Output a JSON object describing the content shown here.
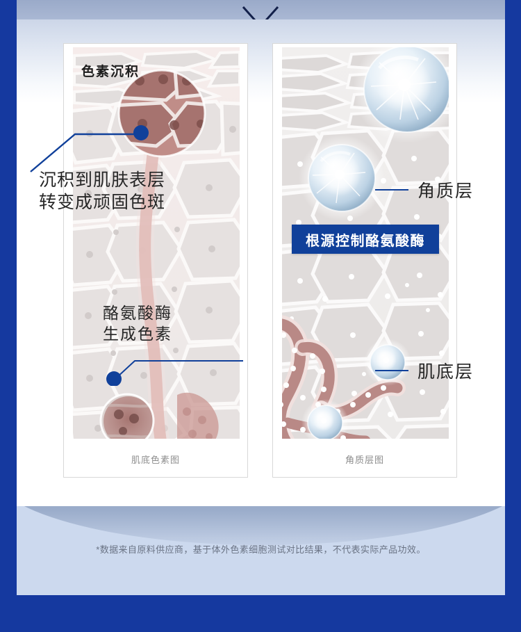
{
  "colors": {
    "page_background": "#15399f",
    "banner_blue": "#10409a",
    "accent_line": "#10409a",
    "footer_band": "#ccd9ee",
    "header_strip": "#aab8d4",
    "sheet": "#ffffff",
    "art_background": "#efeceb",
    "pigment_pink": "#c8918c",
    "pigment_dark": "#9e6b68",
    "caption_grey": "#8d8d8d",
    "footnote_grey": "#6a7384"
  },
  "header": {
    "chevron_icon": "chevron-down-icon"
  },
  "panels": [
    {
      "id": "left",
      "caption": "肌底色素图",
      "overlay_title": "色素沉积",
      "callouts": [
        {
          "id": "top",
          "lines": [
            "沉积到肌肤表层",
            "转变成顽固色斑"
          ],
          "marker_icon": "blue-dot-marker"
        },
        {
          "id": "mid",
          "lines": [
            "酪氨酸酶",
            "生成色素"
          ],
          "marker_icon": "blue-dot-marker"
        }
      ]
    },
    {
      "id": "right",
      "caption": "角质层图",
      "banner": "根源控制酪氨酸酶",
      "side_labels": [
        {
          "id": "horny",
          "text": "角质层",
          "marker_icon": "leader-line-icon"
        },
        {
          "id": "basal",
          "text": "肌底层",
          "marker_icon": "leader-line-icon"
        }
      ]
    }
  ],
  "footer": {
    "footnote": "*数据来自原料供应商，基于体外色素细胞测试对比结果，不代表实际产品功效。"
  }
}
